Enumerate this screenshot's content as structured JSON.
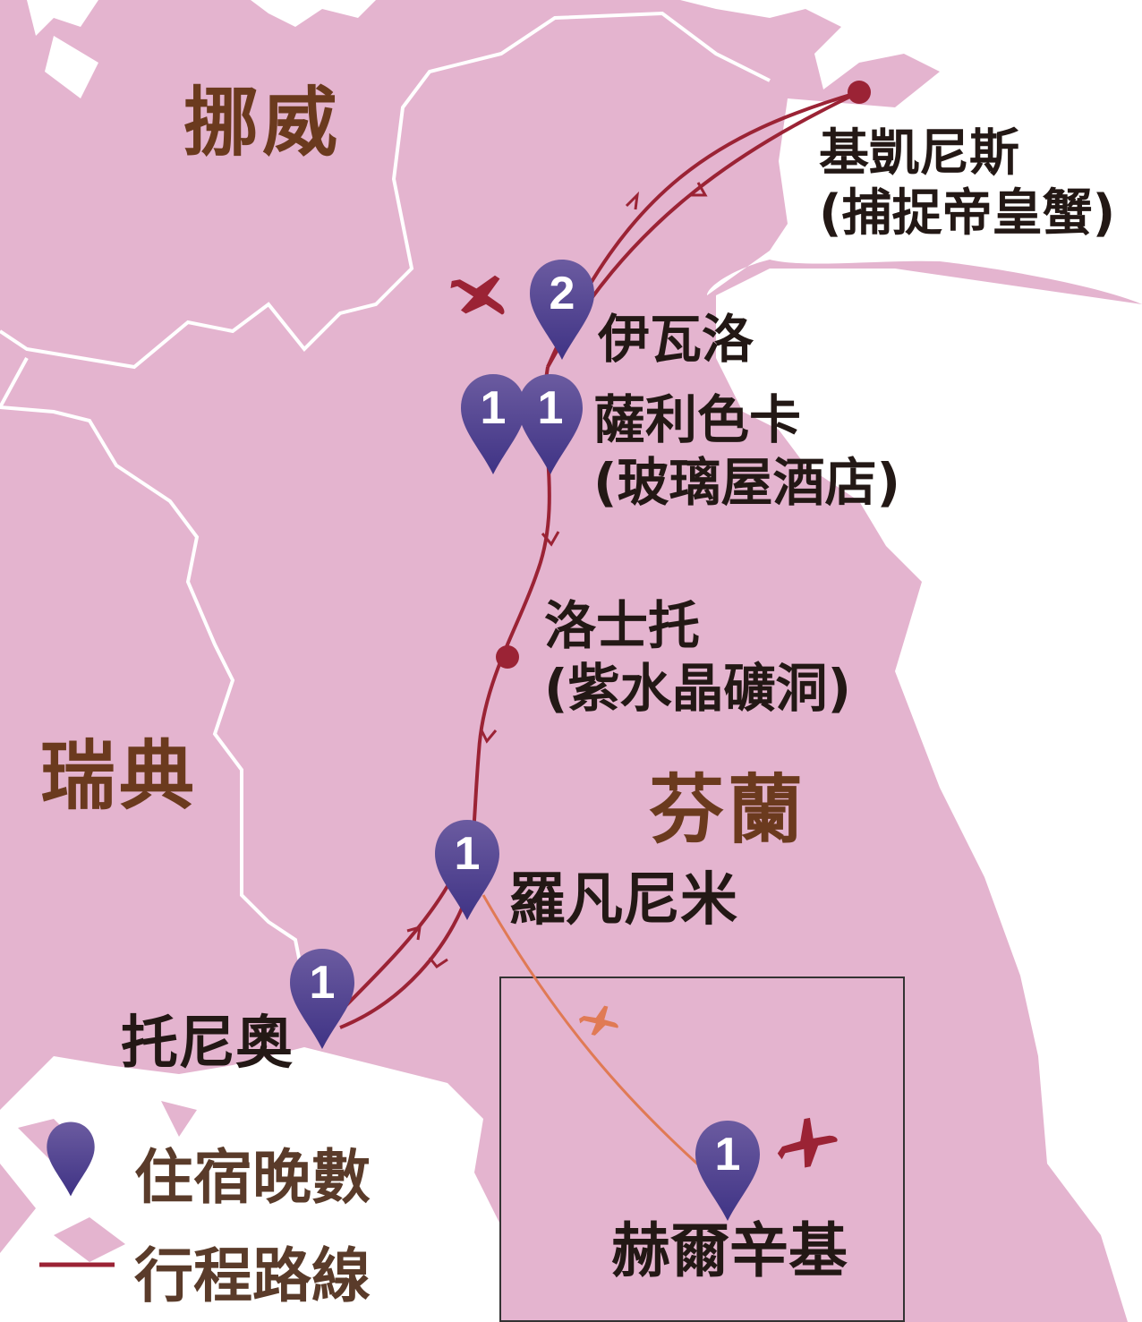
{
  "countries": {
    "norway": "挪威",
    "sweden": "瑞典",
    "finland": "芬蘭"
  },
  "places": {
    "kirkenes": {
      "name": "基凱尼斯",
      "note": "(捕捉帝皇蟹)"
    },
    "ivalo": {
      "name": "伊瓦洛"
    },
    "saariselka": {
      "name": "薩利色卡",
      "note": "(玻璃屋酒店)"
    },
    "luosto": {
      "name": "洛士托",
      "note": "(紫水晶礦洞)"
    },
    "rovaniemi": {
      "name": "羅凡尼米"
    },
    "tornio": {
      "name": "托尼奧"
    },
    "helsinki": {
      "name": "赫爾辛基"
    }
  },
  "pins": {
    "ivalo": "2",
    "saariselka_a": "1",
    "saariselka_b": "1",
    "rovaniemi": "1",
    "tornio": "1",
    "helsinki": "1"
  },
  "legend": {
    "nights": "住宿晚數",
    "route": "行程路線"
  },
  "colors": {
    "land": "#e4b4cf",
    "route": "#9b2335",
    "flight": "#e07a55",
    "pin": "#4a3c8c",
    "label": "#6b3a1e"
  }
}
